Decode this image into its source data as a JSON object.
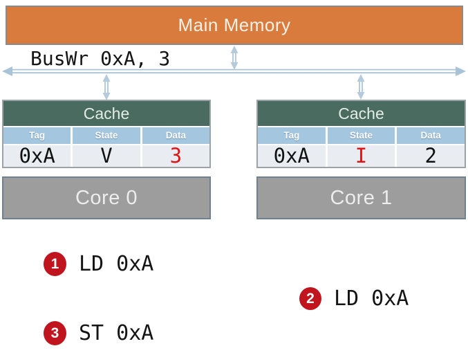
{
  "colors": {
    "memory_fill": "#D97B3C",
    "memory_border": "#8A8A8A",
    "cache_header_bg": "#4A6B60",
    "table_header_bg": "#A4C6DF",
    "table_row_bg": "#E9EDF2",
    "core_fill": "#9D9D9D",
    "core_border": "#6E8191",
    "bus_arrow": "#A9C3D6",
    "highlight_red": "#E01414",
    "badge_red": "#C0141F"
  },
  "memory": {
    "label": "Main Memory"
  },
  "bus": {
    "transaction_label": "BusWr 0xA, 3"
  },
  "caches": [
    {
      "title": "Cache",
      "columns": [
        "Tag",
        "State",
        "Data"
      ],
      "row": {
        "tag": "0xA",
        "state": "V",
        "data": "3"
      },
      "highlighted_cell": "data",
      "core_label": "Core 0"
    },
    {
      "title": "Cache",
      "columns": [
        "Tag",
        "State",
        "Data"
      ],
      "row": {
        "tag": "0xA",
        "state": "I",
        "data": "2"
      },
      "highlighted_cell": "state",
      "core_label": "Core 1"
    }
  ],
  "events": [
    {
      "num": "1",
      "label": "LD 0xA"
    },
    {
      "num": "2",
      "label": "LD 0xA"
    },
    {
      "num": "3",
      "label": "ST 0xA"
    }
  ]
}
